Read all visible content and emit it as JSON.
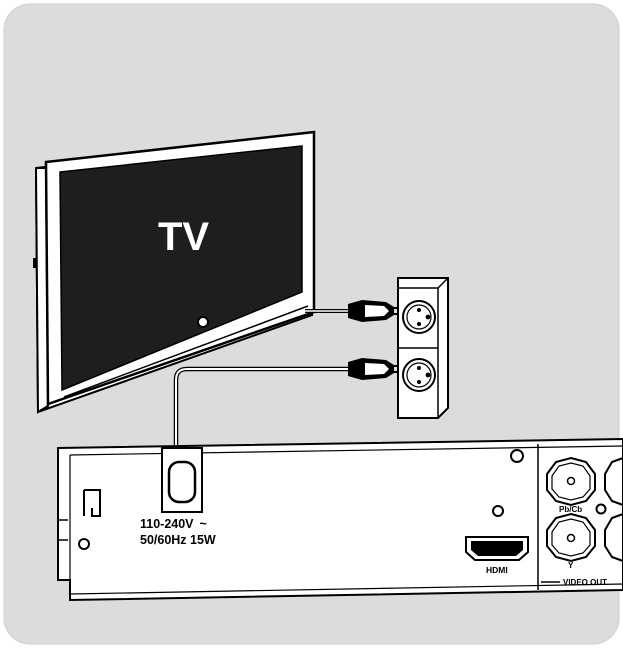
{
  "diagram": {
    "tv_label": "TV",
    "power_rating_line1": "110-240V",
    "power_rating_symbol": "~",
    "power_rating_line2": "50/60Hz  15W",
    "hdmi_label": "HDMI",
    "component_pb_label": "Pb/Cb",
    "component_y_label": "Y",
    "video_out_label": "VIDEO OUT",
    "icons": [
      "tv-icon",
      "wall-socket-icon",
      "power-plug-icon",
      "power-cord-icon",
      "dvd-player-rear-panel-icon",
      "hdmi-port-icon",
      "component-jack-icon"
    ],
    "colors": {
      "background_panel": "#dcdcdc",
      "tv_screen": "#1e1e1e",
      "outline": "#000000",
      "device_fill": "#ffffff"
    }
  }
}
